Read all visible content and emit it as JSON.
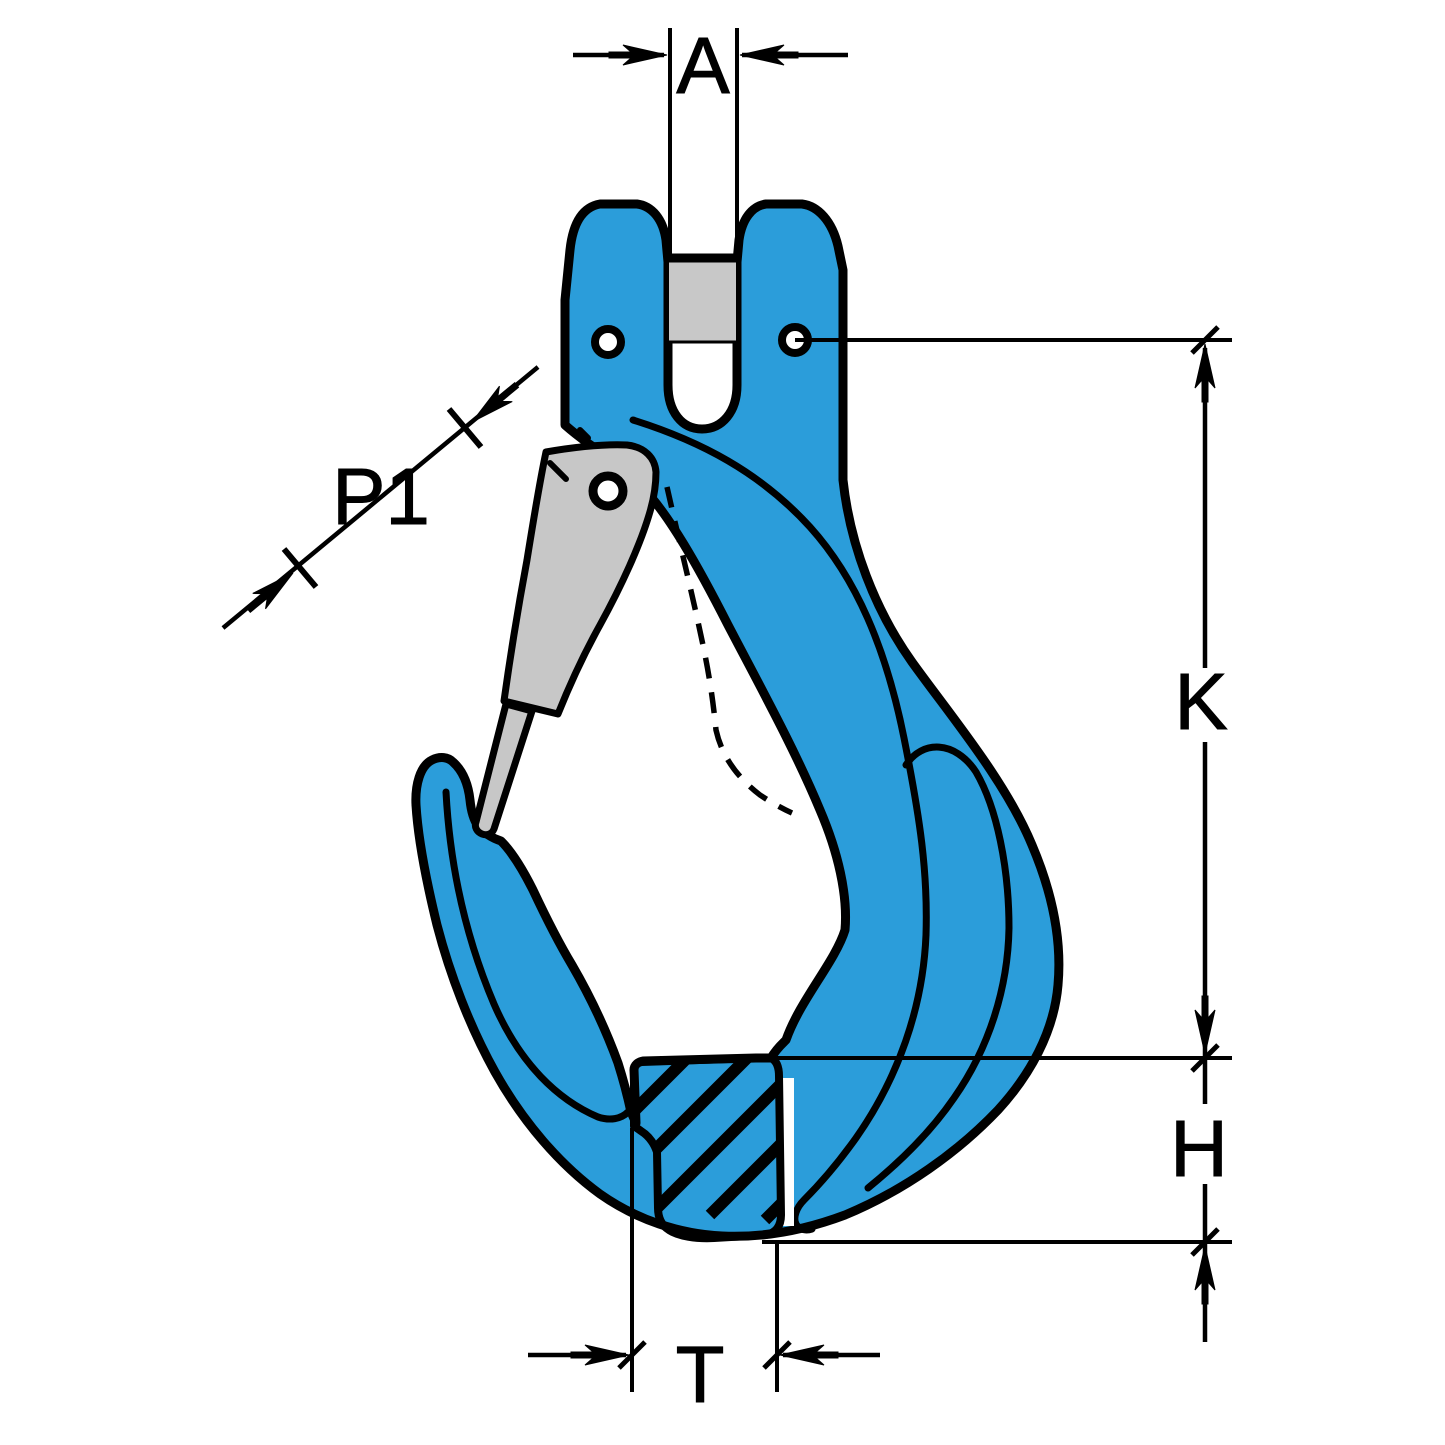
{
  "drawing": {
    "kind": "dimensioned technical drawing",
    "subject": "clevis sling hook with safety latch",
    "labels": {
      "a": "A",
      "p1": "P1",
      "k": "K",
      "h": "H",
      "t": "T"
    },
    "dimension_labels": [
      "A",
      "P1",
      "K",
      "H",
      "T"
    ],
    "colors": {
      "body": "#2B9DDA",
      "latch": "#C7C7C7",
      "pin": "#C8C8C8",
      "line": "#000000",
      "background": "#FFFFFF"
    }
  }
}
